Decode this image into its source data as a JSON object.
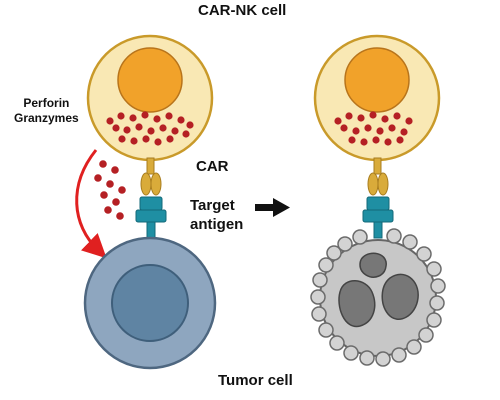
{
  "labels": {
    "nk_cell": "CAR-NK cell",
    "perforin": "Perforin",
    "granzymes": "Granzymes",
    "car": "CAR",
    "target_line1": "Target",
    "target_line2": "antigen",
    "tumor_cell": "Tumor cell"
  },
  "colors": {
    "nk_cell_body": "#f9e8b4",
    "nk_cell_outline": "#c99a2a",
    "nucleus": "#f1a22a",
    "granule": "#b52024",
    "car_receptor": "#d9ab3a",
    "antigen": "#1f8fa3",
    "tumor_body": "#8ea6bf",
    "tumor_nucleus": "#5f84a3",
    "dying_cell": "#c7c7c7",
    "dying_fragment": "#777777",
    "arrow_red": "#e02020",
    "arrow_black": "#111111"
  }
}
